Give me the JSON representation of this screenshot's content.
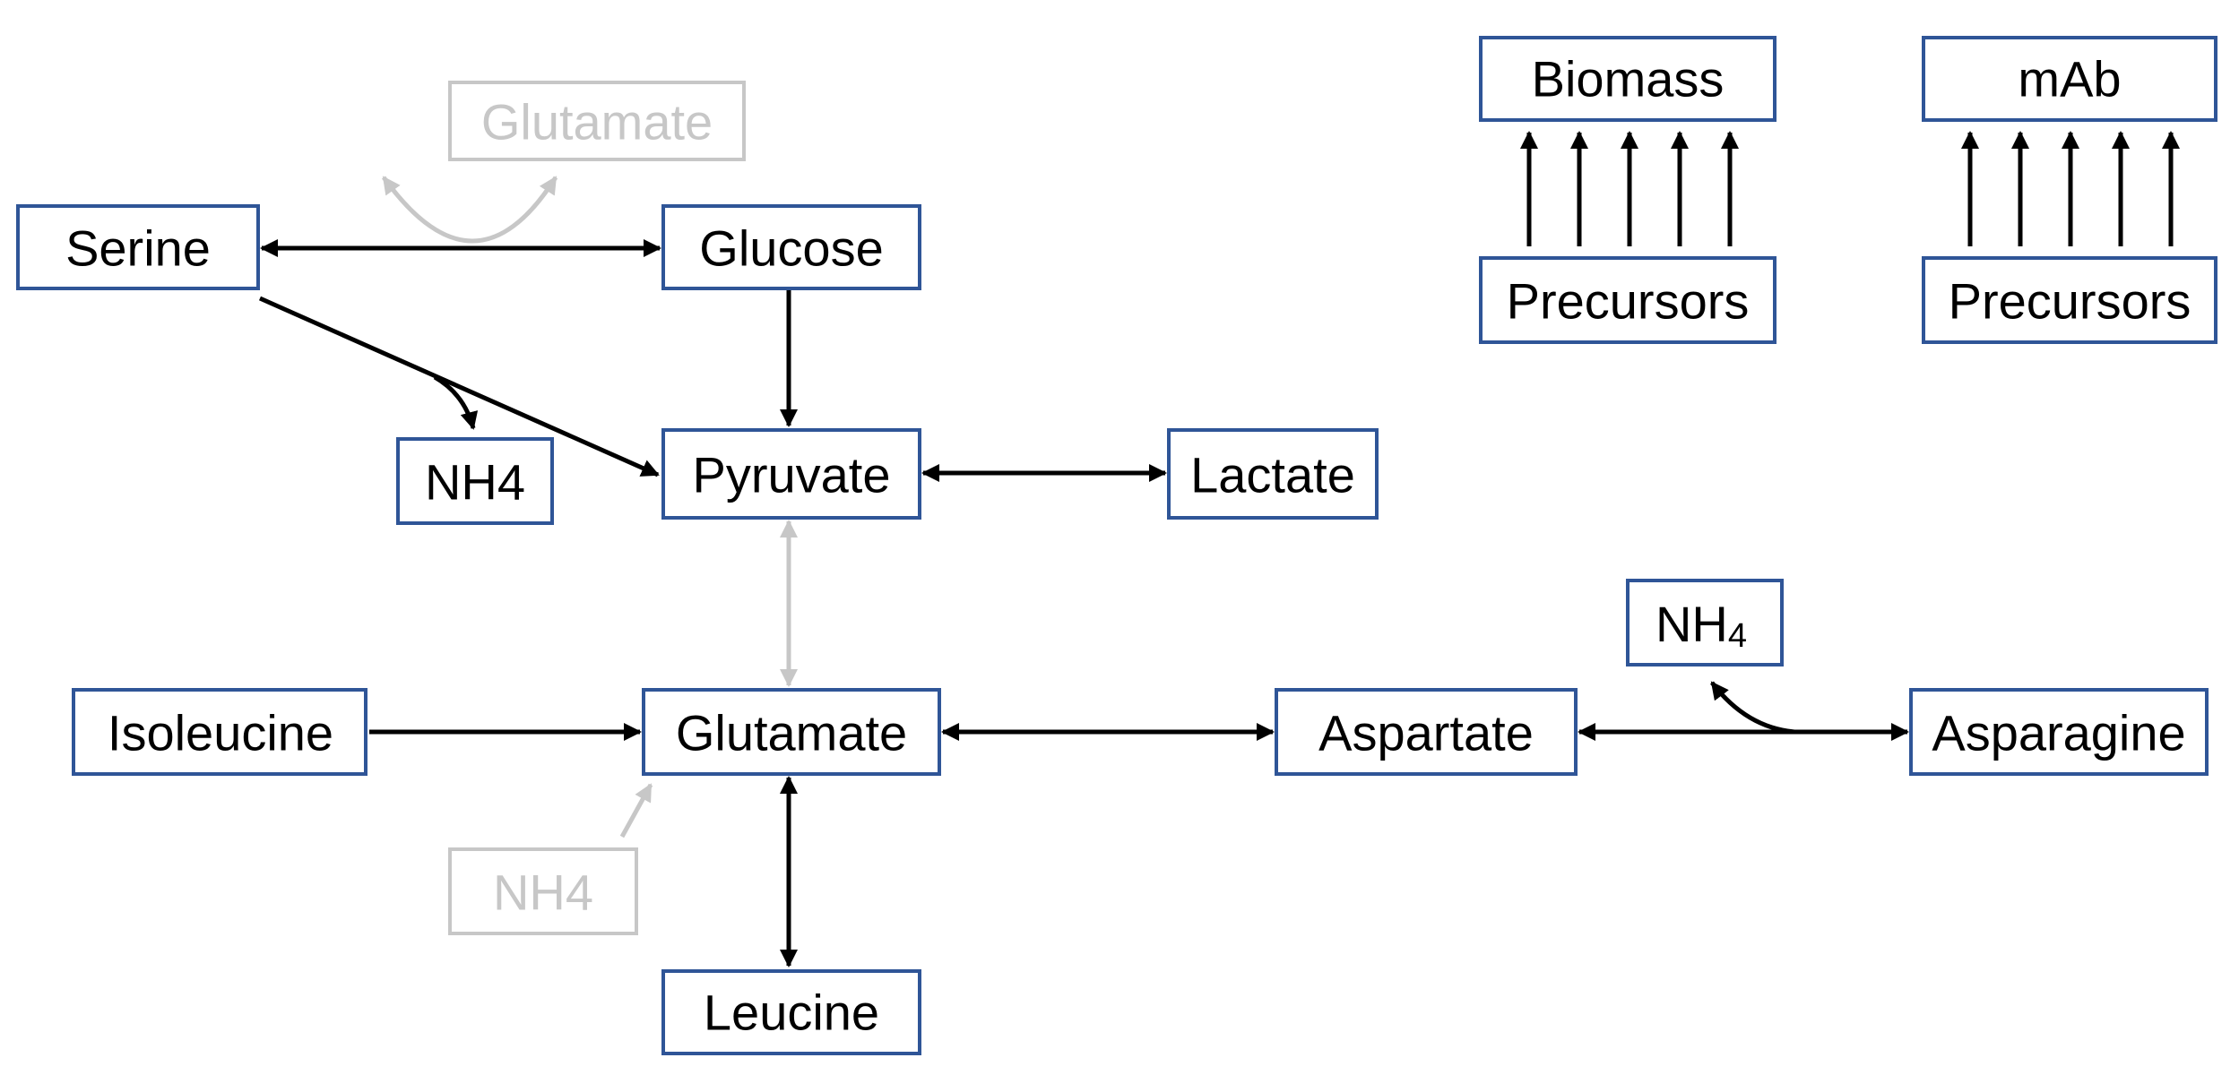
{
  "nodes": {
    "serine": {
      "label": "Serine"
    },
    "glucose": {
      "label": "Glucose"
    },
    "glutamate_cofactor": {
      "label": "Glutamate"
    },
    "pyruvate": {
      "label": "Pyruvate"
    },
    "lactate": {
      "label": "Lactate"
    },
    "nh4_serine": {
      "label": "NH4"
    },
    "isoleucine": {
      "label": "Isoleucine"
    },
    "glutamate": {
      "label": "Glutamate"
    },
    "aspartate": {
      "label": "Aspartate"
    },
    "asparagine": {
      "label": "Asparagine"
    },
    "nh4_asparagine": {
      "label": "NH",
      "subscript": "4"
    },
    "nh4_glutamate": {
      "label": "NH4"
    },
    "leucine": {
      "label": "Leucine"
    },
    "biomass": {
      "label": "Biomass"
    },
    "biomass_precursors": {
      "label": "Precursors"
    },
    "mab": {
      "label": "mAb"
    },
    "mab_precursors": {
      "label": "Precursors"
    }
  },
  "colors": {
    "box_border": "#2f5597",
    "edge": "#000000",
    "faded": "#c7c7c7"
  },
  "edges": [
    {
      "id": "serine-glucose",
      "from": "Serine",
      "to": "Glucose",
      "direction": "bidirectional"
    },
    {
      "id": "serine-pyruvate",
      "from": "Serine",
      "to": "Pyruvate",
      "direction": "forward",
      "side_product": "NH4"
    },
    {
      "id": "glucose-pyruvate",
      "from": "Glucose",
      "to": "Pyruvate",
      "direction": "forward"
    },
    {
      "id": "pyruvate-lactate",
      "from": "Pyruvate",
      "to": "Lactate",
      "direction": "bidirectional"
    },
    {
      "id": "pyruvate-glutamate",
      "from": "Pyruvate",
      "to": "Glutamate",
      "direction": "bidirectional",
      "faded": true
    },
    {
      "id": "isoleucine-glutamate",
      "from": "Isoleucine",
      "to": "Glutamate",
      "direction": "forward"
    },
    {
      "id": "glutamate-aspartate",
      "from": "Glutamate",
      "to": "Aspartate",
      "direction": "bidirectional"
    },
    {
      "id": "aspartate-asparagine",
      "from": "Aspartate",
      "to": "Asparagine",
      "direction": "bidirectional",
      "side_product": "NH4"
    },
    {
      "id": "glutamate-leucine",
      "from": "Glutamate",
      "to": "Leucine",
      "direction": "bidirectional"
    },
    {
      "id": "nh4-glutamate",
      "from": "NH4",
      "to": "Glutamate",
      "direction": "forward",
      "faded": true
    },
    {
      "id": "glutamate-cofactor-cycle",
      "from": "Glutamate",
      "to": "Glutamate",
      "direction": "forward",
      "faded": true
    },
    {
      "id": "biomass-precursors",
      "from": "Precursors",
      "to": "Biomass",
      "direction": "forward",
      "count": 5
    },
    {
      "id": "mab-precursors",
      "from": "Precursors",
      "to": "mAb",
      "direction": "forward",
      "count": 5
    }
  ]
}
